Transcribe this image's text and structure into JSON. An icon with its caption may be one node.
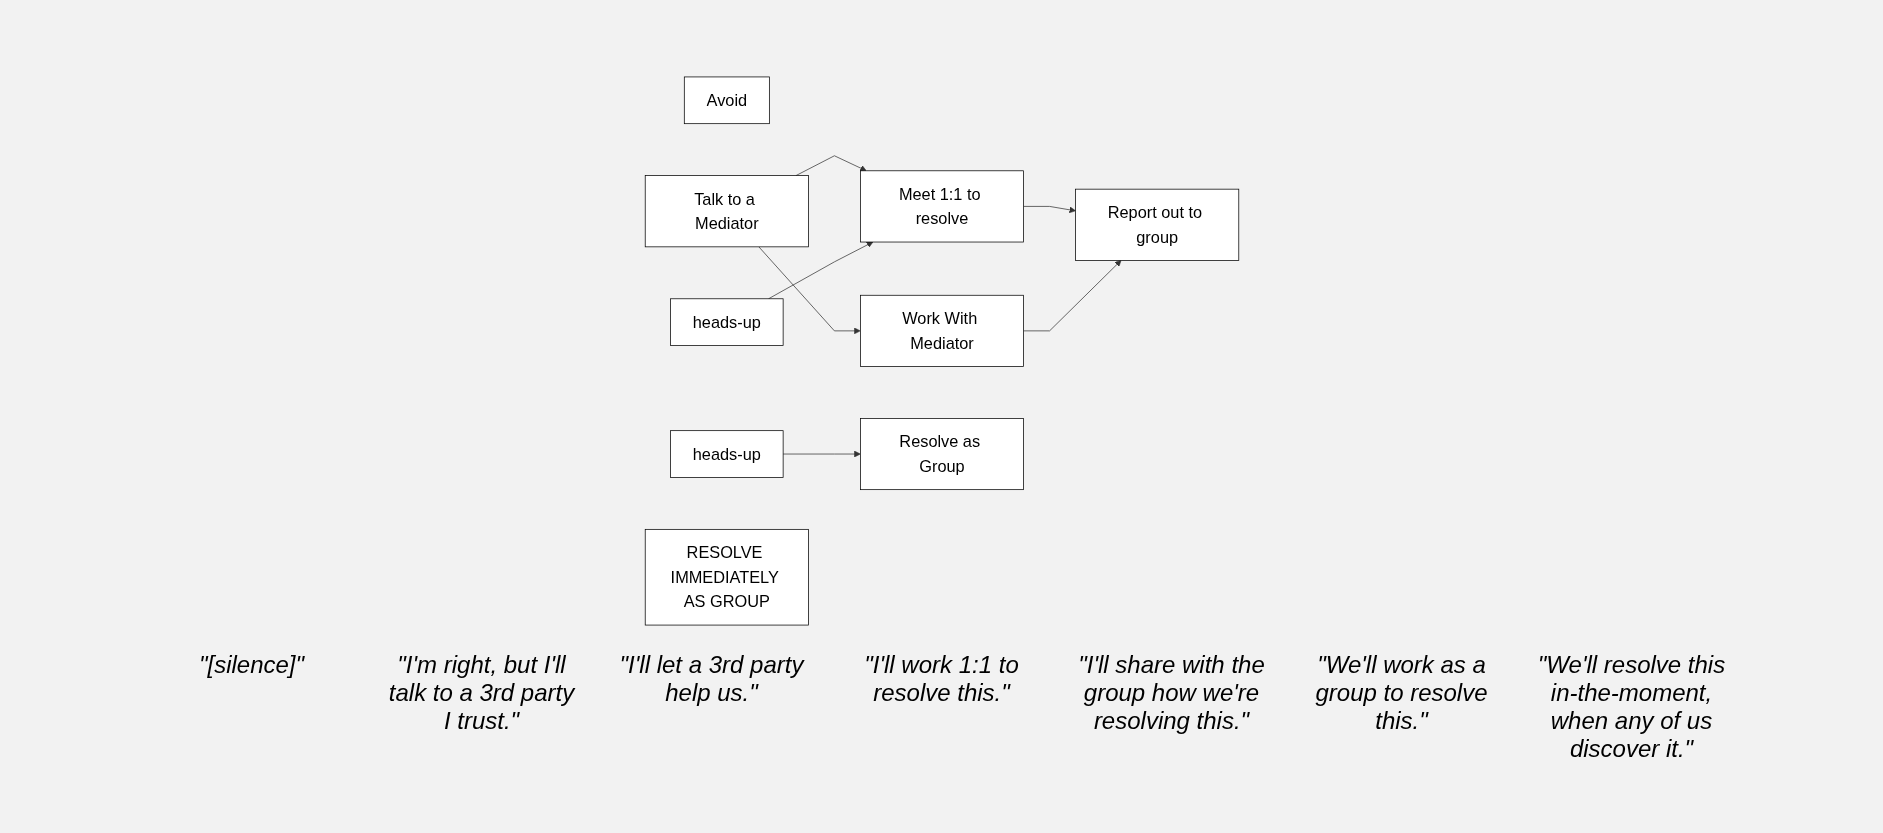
{
  "diagram": {
    "nodes": [
      {
        "text": [
          "Avoid"
        ]
      },
      {
        "text": [
          "Talk to a Mediator"
        ]
      },
      {
        "text": [
          "Work With Mediator"
        ]
      },
      {
        "text": [
          "heads-up"
        ]
      },
      {
        "text": [
          "Meet 1:1 to resolve"
        ]
      },
      {
        "text": [
          "Report out to group"
        ]
      },
      {
        "text": [
          "heads-up"
        ]
      },
      {
        "text": [
          "Resolve as Group"
        ]
      },
      {
        "text": [
          "RESOLVE IMMEDIATELY AS GROUP"
        ]
      }
    ],
    "edges": [
      {
        "from": 1,
        "to": 4,
        "arrow": "to"
      },
      {
        "from": 1,
        "to": 2,
        "arrow": "to"
      },
      {
        "from": 3,
        "to": 4,
        "arrow": "to"
      },
      {
        "from": 4,
        "to": 5,
        "arrow": "to"
      },
      {
        "from": 2,
        "to": 5,
        "arrow": "to"
      },
      {
        "from": 6,
        "to": 7,
        "arrow": "to"
      }
    ],
    "labels": [
      "\"[silence]\"",
      "\"I'm right, but I'll talk to a 3rd party I trust.\"",
      "\"I'll let a 3rd party help us.\"",
      "\"I'll work 1:1 to resolve this.\"",
      "\"I'll share with the group how we're resolving this.\"",
      "\"We'll work as a group to resolve this.\"",
      "\"We'll resolve this in-the-moment, when any of us discover it.\""
    ]
  }
}
